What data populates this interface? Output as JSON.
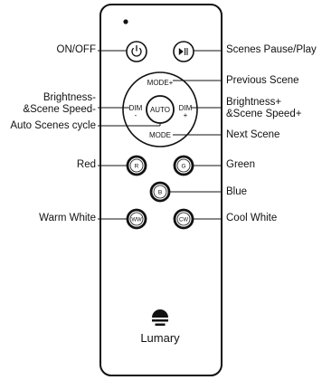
{
  "labels": {
    "on_off": "ON/OFF",
    "scenes_pause_play": "Scenes Pause/Play",
    "previous_scene": "Previous Scene",
    "brightness_minus": "Brightness-",
    "scene_speed_minus": "&Scene Speed-",
    "brightness_plus": "Brightness+",
    "scene_speed_plus": "&Scene Speed+",
    "auto_scenes_cycle": "Auto Scenes cycle",
    "next_scene": "Next Scene",
    "red": "Red",
    "green": "Green",
    "blue": "Blue",
    "warm_white": "Warm White",
    "cool_white": "Cool White"
  },
  "buttons": {
    "mode_plus": "MODE+",
    "mode": "MODE",
    "dim_left": "DIM",
    "dim_left_sign": "-",
    "dim_right": "DIM",
    "dim_right_sign": "+",
    "auto": "AUTO",
    "r": "R",
    "g": "G",
    "b": "B",
    "ww": "WW",
    "cw": "CW"
  },
  "brand": "Lumary",
  "icons": {
    "power": "power-icon",
    "play_pause": "play-pause-icon",
    "indicator": "indicator-led",
    "logo": "lumary-logo-icon"
  },
  "colors": {
    "line": "#111111",
    "background": "#ffffff"
  }
}
